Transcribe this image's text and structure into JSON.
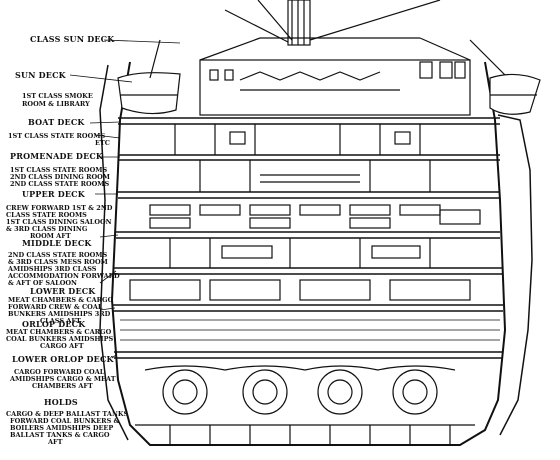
{
  "labels": {
    "class_sun_deck": "CLASS SUN DECK",
    "sun_deck": "SUN DECK",
    "smoke_room_1": "1ST CLASS SMOKE",
    "smoke_room_2": "ROOM & LIBRARY",
    "boat_deck": "BOAT DECK",
    "state_rooms_1a": "1ST CLASS STATE ROOMS",
    "state_rooms_1b": "ETC",
    "promenade_deck": "PROMENADE DECK",
    "state_rooms_2a": "1ST CLASS STATE ROOMS",
    "state_rooms_2b": "2ND CLASS DINING ROOM",
    "state_rooms_2c": "2ND CLASS STATE ROOMS",
    "upper_deck": "UPPER DECK",
    "crew_1": "CREW FORWARD 1ST & 2ND",
    "crew_2": "CLASS STATE ROOMS",
    "crew_3": "1ST CLASS DINING SALOON",
    "crew_4": "& 3RD CLASS DINING",
    "crew_5": "ROOM AFT",
    "middle_deck": "MIDDLE DECK",
    "middle_1": "2ND CLASS STATE ROOMS",
    "middle_2": "& 3RD CLASS MESS ROOM",
    "middle_3": "AMIDSHIPS 3RD CLASS",
    "middle_4": "ACCOMMODATION FORWARD",
    "middle_5": "& AFT OF SALOON",
    "lower_deck": "LOWER DECK",
    "lower_1": "MEAT CHAMBERS & CARGO",
    "lower_2": "FORWARD CREW & COAL",
    "lower_3": "BUNKERS AMIDSHIPS 3RD",
    "lower_4": "CLASS AFT",
    "orlop_deck": "ORLOP DECK",
    "orlop_1": "MEAT CHAMBERS & CARGO",
    "orlop_2": "COAL BUNKERS AMIDSHIPS",
    "orlop_3": "CARGO AFT",
    "lower_orlop_deck": "LOWER ORLOP DECK",
    "lower_orlop_1": "CARGO FORWARD COAL",
    "lower_orlop_2": "AMIDSHIPS CARGO & MEAT",
    "lower_orlop_3": "CHAMBERS AFT",
    "holds": "HOLDS",
    "holds_1": "CARGO & DEEP BALLAST TANKS",
    "holds_2": "FORWARD COAL BUNKERS &",
    "holds_3": "BOILERS AMIDSHIPS DEEP",
    "holds_4": "BALLAST TANKS & CARGO",
    "holds_5": "AFT"
  }
}
